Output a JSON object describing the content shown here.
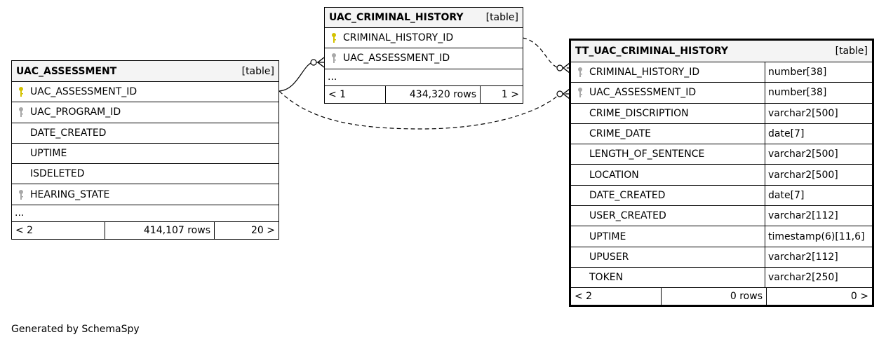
{
  "tables": {
    "uac_assessment": {
      "name": "UAC_ASSESSMENT",
      "kind": "[table]",
      "columns": [
        {
          "name": "UAC_ASSESSMENT_ID",
          "key": "primary"
        },
        {
          "name": "UAC_PROGRAM_ID",
          "key": "foreign"
        },
        {
          "name": "DATE_CREATED",
          "key": "none"
        },
        {
          "name": "UPTIME",
          "key": "none"
        },
        {
          "name": "ISDELETED",
          "key": "none"
        },
        {
          "name": "HEARING_STATE",
          "key": "foreign"
        }
      ],
      "ellipsis": "...",
      "footer": {
        "parents": "< 2",
        "rows": "414,107 rows",
        "children": "20 >"
      }
    },
    "uac_criminal_history": {
      "name": "UAC_CRIMINAL_HISTORY",
      "kind": "[table]",
      "columns": [
        {
          "name": "CRIMINAL_HISTORY_ID",
          "key": "primary"
        },
        {
          "name": "UAC_ASSESSMENT_ID",
          "key": "foreign"
        }
      ],
      "ellipsis": "...",
      "footer": {
        "parents": "< 1",
        "rows": "434,320 rows",
        "children": "1 >"
      }
    },
    "tt_uac_criminal_history": {
      "name": "TT_UAC_CRIMINAL_HISTORY",
      "kind": "[table]",
      "columns": [
        {
          "name": "CRIMINAL_HISTORY_ID",
          "type": "number[38]",
          "key": "foreign"
        },
        {
          "name": "UAC_ASSESSMENT_ID",
          "type": "number[38]",
          "key": "foreign"
        },
        {
          "name": "CRIME_DISCRIPTION",
          "type": "varchar2[500]",
          "key": "none"
        },
        {
          "name": "CRIME_DATE",
          "type": "date[7]",
          "key": "none"
        },
        {
          "name": "LENGTH_OF_SENTENCE",
          "type": "varchar2[500]",
          "key": "none"
        },
        {
          "name": "LOCATION",
          "type": "varchar2[500]",
          "key": "none"
        },
        {
          "name": "DATE_CREATED",
          "type": "date[7]",
          "key": "none"
        },
        {
          "name": "USER_CREATED",
          "type": "varchar2[112]",
          "key": "none"
        },
        {
          "name": "UPTIME",
          "type": "timestamp(6)[11,6]",
          "key": "none"
        },
        {
          "name": "UPUSER",
          "type": "varchar2[112]",
          "key": "none"
        },
        {
          "name": "TOKEN",
          "type": "varchar2[250]",
          "key": "none"
        }
      ],
      "footer": {
        "parents": "< 2",
        "rows": "0 rows",
        "children": "0 >"
      }
    }
  },
  "credit": "Generated by SchemaSpy",
  "colors": {
    "primary_key": "#d4c200",
    "foreign_key": "#a8a8a8",
    "header_bg": "#f4f4f4"
  }
}
